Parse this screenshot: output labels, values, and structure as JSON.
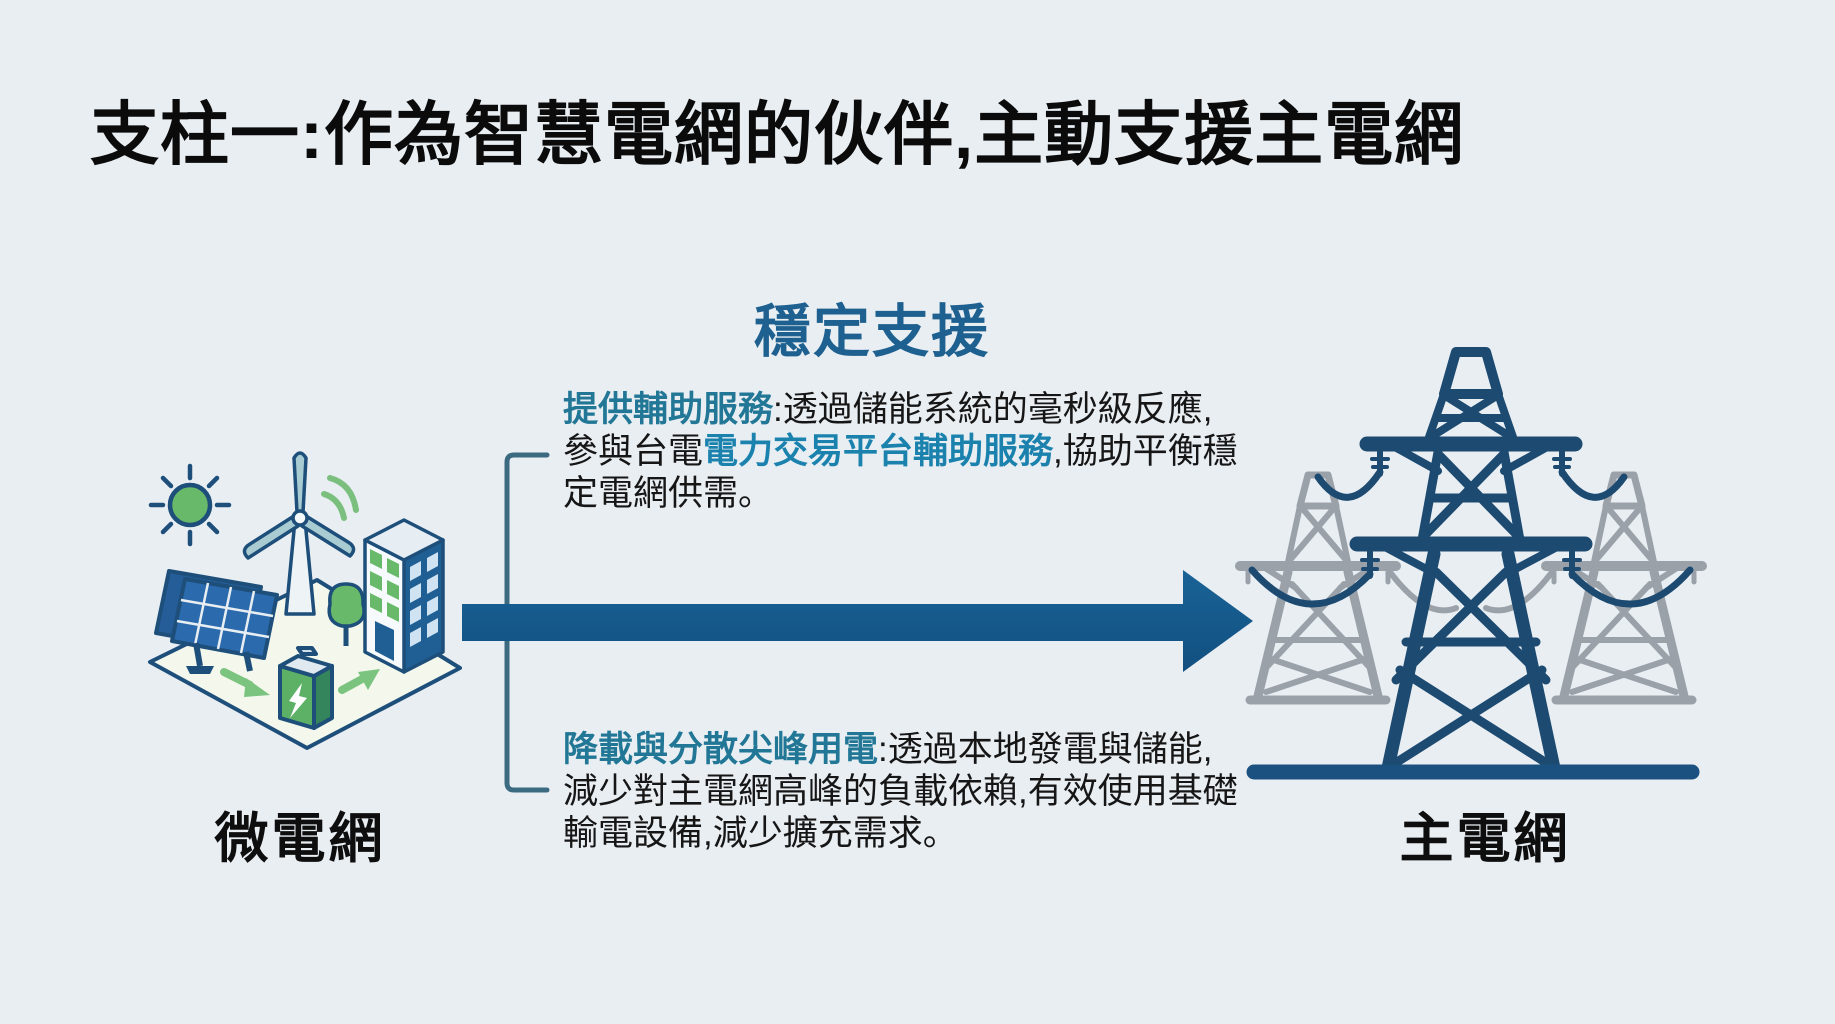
{
  "title": "支柱一:作為智慧電網的伙伴,主動支援主電網",
  "diagram": {
    "heading": "穩定支援",
    "point1": {
      "lead": "提供輔助服務",
      "colon": ":",
      "t1": "透過儲能系統的毫秒級反應,參與台電",
      "highlight": "電力交易平台輔助服務",
      "t2": ",協助平衡穩定電網供需。"
    },
    "point2": {
      "lead": "降載與分散尖峰用電",
      "colon": ":",
      "t1": "透過本地發電與儲能,減少對主電網高峰的負載依賴,有效使用基礎輸電設備,減少擴充需求。"
    },
    "microgrid_label": "微電網",
    "maingrid_label": "主電網",
    "icons": [
      "sun-icon",
      "wind-turbine-icon",
      "solar-panel-icon",
      "battery-icon",
      "tree-icon",
      "building-icon",
      "energy-flow-arrow-icon",
      "transmission-tower-icon",
      "flow-arrow-icon",
      "bracket-line"
    ],
    "colors": {
      "background": "#e9eef3",
      "title_text": "#0b0b0b",
      "heading_blue": "#1e608f",
      "lead_teal": "#217795",
      "highlight_blue": "#1b82ae",
      "body_text": "#161616",
      "flow_arrow_blue": "#14588b",
      "bracket": "#3c6a80",
      "tower_navy": "#1d4a70",
      "tower_gray": "#9aa1a8",
      "ground_line_blue": "#1b5180",
      "eco_green": "#69b96a",
      "panel_blue": "#2b6aad"
    }
  }
}
